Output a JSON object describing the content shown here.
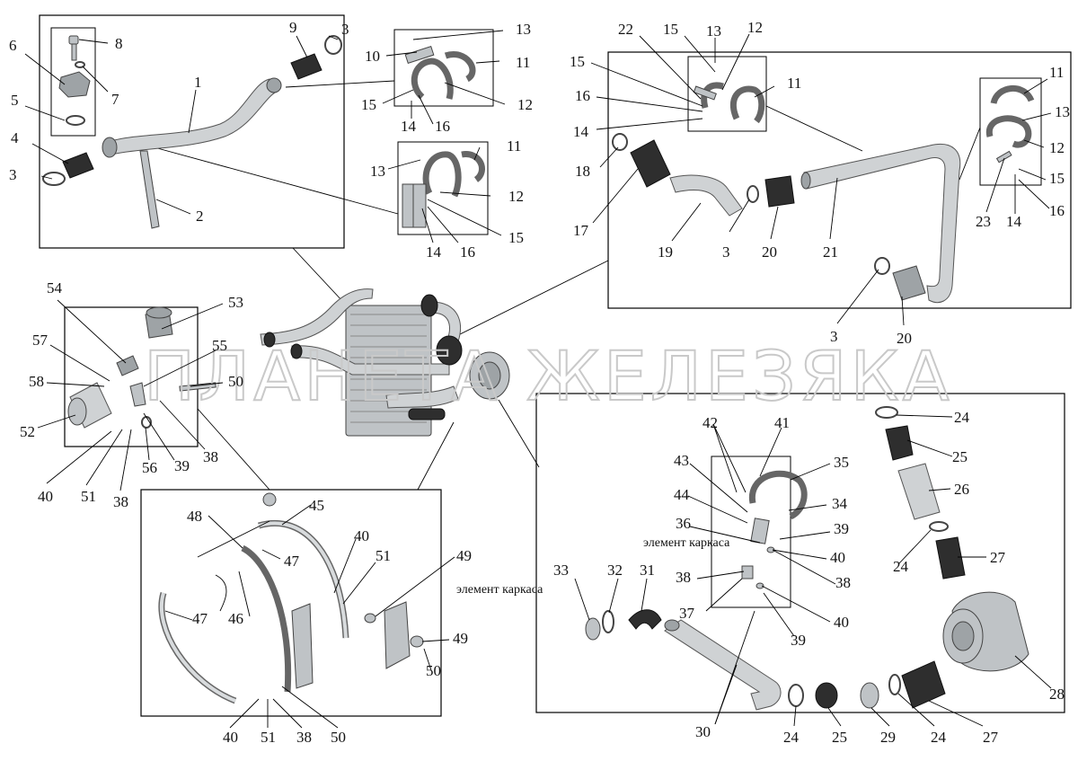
{
  "watermark": "ПЛАНЕТА ЖЕЛЕЗЯКА",
  "notes": {
    "frame_element_1": "элемент каркаса",
    "frame_element_2": "элемент каркаса"
  },
  "callouts": [
    {
      "id": "c1",
      "text": "1"
    },
    {
      "id": "c2",
      "text": "2"
    },
    {
      "id": "c3a",
      "text": "3"
    },
    {
      "id": "c4",
      "text": "4"
    },
    {
      "id": "c5",
      "text": "5"
    },
    {
      "id": "c6",
      "text": "6"
    },
    {
      "id": "c7",
      "text": "7"
    },
    {
      "id": "c8",
      "text": "8"
    },
    {
      "id": "c9",
      "text": "9"
    },
    {
      "id": "c3b",
      "text": "3"
    },
    {
      "id": "c10",
      "text": "10"
    },
    {
      "id": "c13a",
      "text": "13"
    },
    {
      "id": "c11a",
      "text": "11"
    },
    {
      "id": "c12a",
      "text": "12"
    },
    {
      "id": "c15a",
      "text": "15"
    },
    {
      "id": "c14a",
      "text": "14"
    },
    {
      "id": "c16a",
      "text": "16"
    },
    {
      "id": "c13b",
      "text": "13"
    },
    {
      "id": "c11b",
      "text": "11"
    },
    {
      "id": "c12b",
      "text": "12"
    },
    {
      "id": "c15b",
      "text": "15"
    },
    {
      "id": "c14b",
      "text": "14"
    },
    {
      "id": "c16b",
      "text": "16"
    },
    {
      "id": "c22",
      "text": "22"
    },
    {
      "id": "c15c",
      "text": "15"
    },
    {
      "id": "c13c",
      "text": "13"
    },
    {
      "id": "c12c",
      "text": "12"
    },
    {
      "id": "c15d",
      "text": "15"
    },
    {
      "id": "c11c",
      "text": "11"
    },
    {
      "id": "c16c",
      "text": "16"
    },
    {
      "id": "c14c",
      "text": "14"
    },
    {
      "id": "c18",
      "text": "18"
    },
    {
      "id": "c17",
      "text": "17"
    },
    {
      "id": "c19",
      "text": "19"
    },
    {
      "id": "c3c",
      "text": "3"
    },
    {
      "id": "c20a",
      "text": "20"
    },
    {
      "id": "c21",
      "text": "21"
    },
    {
      "id": "c11d",
      "text": "11"
    },
    {
      "id": "c13d",
      "text": "13"
    },
    {
      "id": "c12d",
      "text": "12"
    },
    {
      "id": "c15e",
      "text": "15"
    },
    {
      "id": "c23",
      "text": "23"
    },
    {
      "id": "c14d",
      "text": "14"
    },
    {
      "id": "c16d",
      "text": "16"
    },
    {
      "id": "c3d",
      "text": "3"
    },
    {
      "id": "c20b",
      "text": "20"
    },
    {
      "id": "c54",
      "text": "54"
    },
    {
      "id": "c53",
      "text": "53"
    },
    {
      "id": "c57",
      "text": "57"
    },
    {
      "id": "c55",
      "text": "55"
    },
    {
      "id": "c58",
      "text": "58"
    },
    {
      "id": "c50a",
      "text": "50"
    },
    {
      "id": "c52",
      "text": "52"
    },
    {
      "id": "c39a",
      "text": "39"
    },
    {
      "id": "c38a",
      "text": "38"
    },
    {
      "id": "c40a",
      "text": "40"
    },
    {
      "id": "c51a",
      "text": "51"
    },
    {
      "id": "c38b",
      "text": "38"
    },
    {
      "id": "c56",
      "text": "56"
    },
    {
      "id": "c48",
      "text": "48"
    },
    {
      "id": "c45",
      "text": "45"
    },
    {
      "id": "c40b",
      "text": "40"
    },
    {
      "id": "c47a",
      "text": "47"
    },
    {
      "id": "c51b",
      "text": "51"
    },
    {
      "id": "c49a",
      "text": "49"
    },
    {
      "id": "c46",
      "text": "46"
    },
    {
      "id": "c47b",
      "text": "47"
    },
    {
      "id": "c49b",
      "text": "49"
    },
    {
      "id": "c50b",
      "text": "50"
    },
    {
      "id": "c40c",
      "text": "40"
    },
    {
      "id": "c51c",
      "text": "51"
    },
    {
      "id": "c38c",
      "text": "38"
    },
    {
      "id": "c50c",
      "text": "50"
    },
    {
      "id": "c24a",
      "text": "24"
    },
    {
      "id": "c25a",
      "text": "25"
    },
    {
      "id": "c26",
      "text": "26"
    },
    {
      "id": "c24b",
      "text": "24"
    },
    {
      "id": "c27a",
      "text": "27"
    },
    {
      "id": "c42",
      "text": "42"
    },
    {
      "id": "c41",
      "text": "41"
    },
    {
      "id": "c43",
      "text": "43"
    },
    {
      "id": "c35",
      "text": "35"
    },
    {
      "id": "c44",
      "text": "44"
    },
    {
      "id": "c34",
      "text": "34"
    },
    {
      "id": "c36",
      "text": "36"
    },
    {
      "id": "c39b",
      "text": "39"
    },
    {
      "id": "c40d",
      "text": "40"
    },
    {
      "id": "c38d",
      "text": "38"
    },
    {
      "id": "c38e",
      "text": "38"
    },
    {
      "id": "c37",
      "text": "37"
    },
    {
      "id": "c40e",
      "text": "40"
    },
    {
      "id": "c39c",
      "text": "39"
    },
    {
      "id": "c33",
      "text": "33"
    },
    {
      "id": "c32",
      "text": "32"
    },
    {
      "id": "c31",
      "text": "31"
    },
    {
      "id": "c28",
      "text": "28"
    },
    {
      "id": "c30",
      "text": "30"
    },
    {
      "id": "c24c",
      "text": "24"
    },
    {
      "id": "c25b",
      "text": "25"
    },
    {
      "id": "c29",
      "text": "29"
    },
    {
      "id": "c24d",
      "text": "24"
    },
    {
      "id": "c27b",
      "text": "27"
    }
  ]
}
